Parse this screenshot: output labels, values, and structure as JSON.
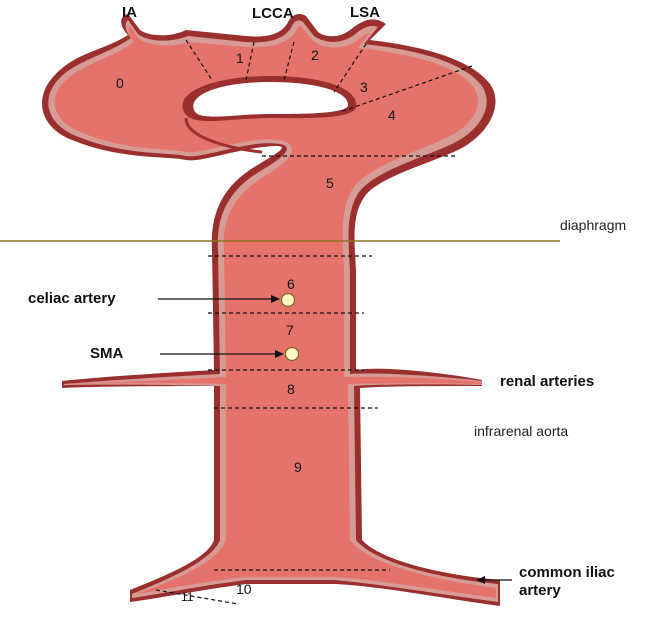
{
  "branch_labels": {
    "ia": "IA",
    "lcca": "LCCA",
    "lsa": "LSA"
  },
  "segments": [
    "0",
    "1",
    "2",
    "3",
    "4",
    "5",
    "6",
    "7",
    "8",
    "9",
    "10",
    "11"
  ],
  "annotations": {
    "diaphragm": "diaphragm",
    "celiac_artery": "celiac artery",
    "sma": "SMA",
    "renal_arteries": "renal arteries",
    "infrarenal_aorta": "infrarenal aorta",
    "common_iliac_line1": "common iliac",
    "common_iliac_line2": "artery"
  },
  "colors": {
    "vessel_fill": "#e5736b",
    "vessel_wall_outer": "#9a2f2d",
    "vessel_wall_inner": "#d79b96",
    "diaphragm_line": "#8a7521",
    "ostium_fill": "#fdf6c8",
    "ostium_stroke": "#7a6a1a"
  }
}
